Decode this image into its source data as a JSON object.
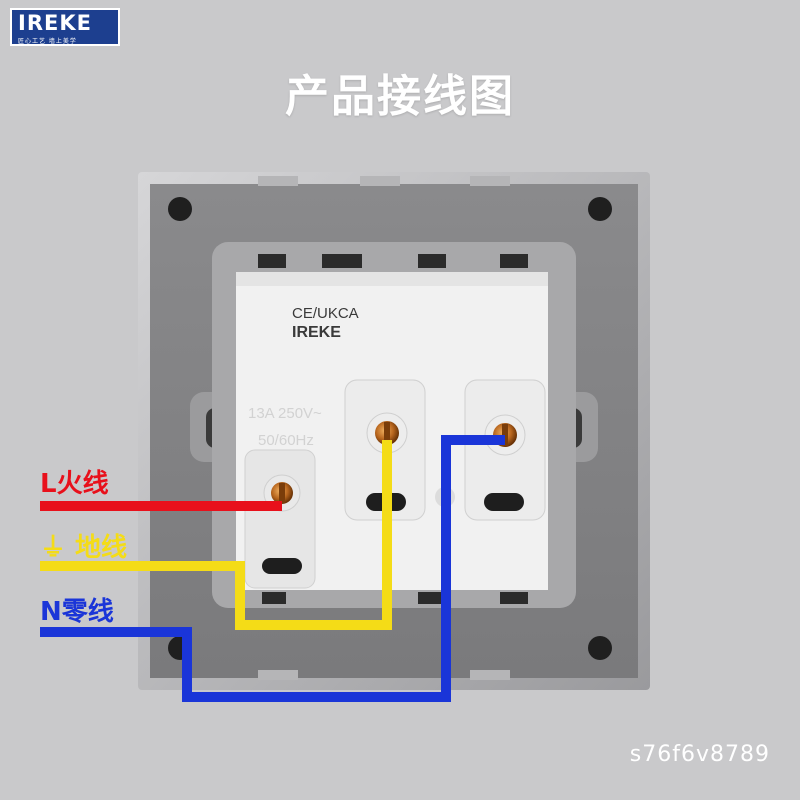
{
  "brand": {
    "name": "IREKE",
    "tagline": "匠心工艺 墙上美学"
  },
  "title": "产品接线图",
  "module": {
    "cert": "CE/UKCA",
    "brand": "IREKE",
    "rating_line1": "13A 250V~",
    "rating_line2": "50/60Hz"
  },
  "wires": [
    {
      "label": "L火线",
      "color": "#e8101b"
    },
    {
      "label": "⏚ 地线",
      "color": "#f4dc17"
    },
    {
      "label": "N零线",
      "color": "#1a35d8"
    }
  ],
  "watermark": "s76f6v8789"
}
